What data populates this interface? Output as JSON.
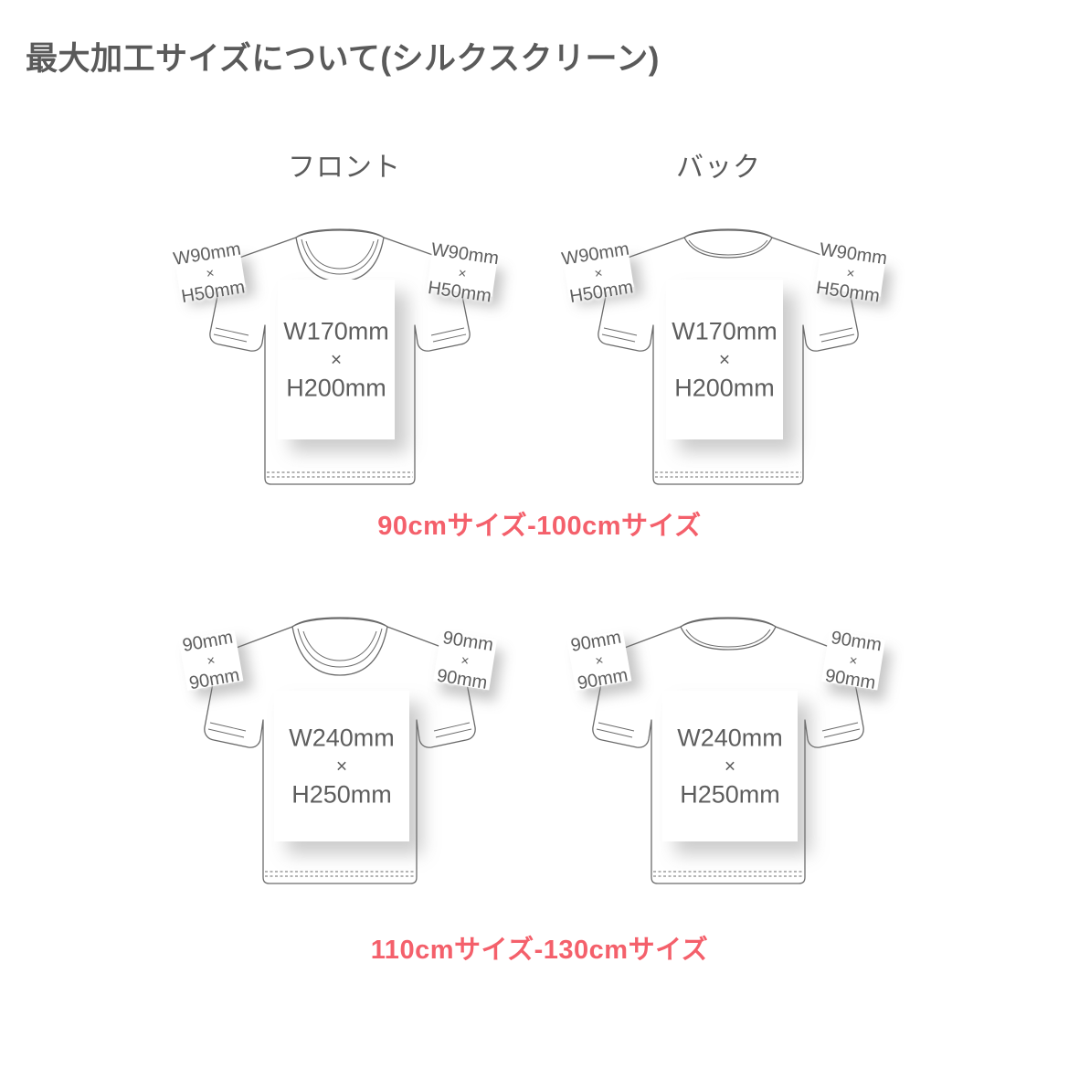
{
  "page": {
    "title": "最大加工サイズについて(シルクスクリーン)"
  },
  "columns": {
    "front_label": "フロント",
    "back_label": "バック"
  },
  "colors": {
    "text_gray": "#5a5a5a",
    "print_text_gray": "#5e5e5e",
    "caption_red": "#f4606b",
    "shirt_outline": "#6b6b6b",
    "background": "#ffffff"
  },
  "rows": [
    {
      "id": "row-90-100",
      "caption": "90cmサイズ-100cmサイズ",
      "chest": {
        "width": "W170mm",
        "sep": "×",
        "height": "H200mm"
      },
      "sleeve": {
        "width": "W90mm",
        "sep": "×",
        "height": "H50mm"
      },
      "shirts": [
        {
          "view": "front",
          "label": "フロント"
        },
        {
          "view": "back",
          "label": "バック"
        }
      ]
    },
    {
      "id": "row-110-130",
      "caption": "110cmサイズ-130cmサイズ",
      "chest": {
        "width": "W240mm",
        "sep": "×",
        "height": "H250mm"
      },
      "sleeve": {
        "width": "90mm",
        "sep": "×",
        "height": "90mm"
      },
      "shirts": [
        {
          "view": "front",
          "label": "フロント"
        },
        {
          "view": "back",
          "label": "バック"
        }
      ]
    }
  ]
}
